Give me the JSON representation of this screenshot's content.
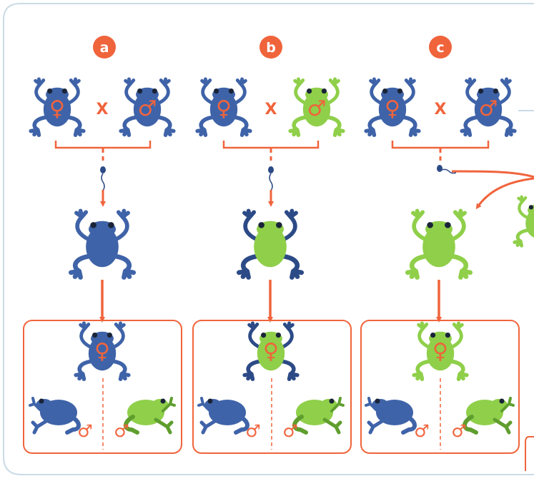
{
  "panels": [
    {
      "label": "a"
    },
    {
      "label": "b"
    },
    {
      "label": "c"
    }
  ],
  "cross_symbol": "X",
  "female_symbol": "♀",
  "male_symbol": "♂",
  "colors": {
    "accent": "#f0643c",
    "frog_blue": "#3f63a8",
    "frog_blue_dark": "#2c4a86",
    "frog_green": "#8fcf4a",
    "frog_green_dark": "#5f9e2e",
    "border": "#c9dbe6"
  }
}
